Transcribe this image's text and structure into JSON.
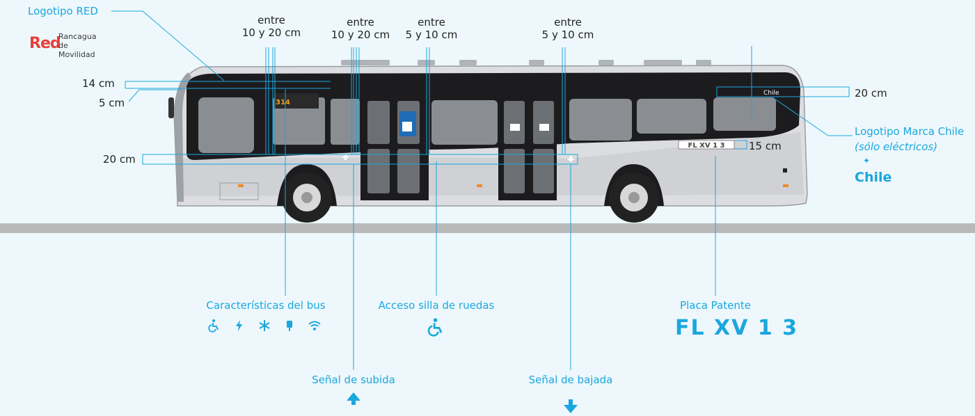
{
  "brand": {
    "logo_text": "Red",
    "logo_sub_1": "Rancagua",
    "logo_sub_2": "de Movilidad"
  },
  "labels": {
    "logo_red": "Logotipo RED",
    "gap_1_l1": "entre",
    "gap_1_l2": "10 y 20 cm",
    "gap_2_l1": "entre",
    "gap_2_l2": "10 y 20 cm",
    "gap_3_l1": "entre",
    "gap_3_l2": "5 y 10 cm",
    "gap_4_l1": "entre",
    "gap_4_l2": "5 y 10 cm",
    "h14": "14 cm",
    "h5": "5 cm",
    "h20_left": "20 cm",
    "h20_right": "20 cm",
    "h15": "15 cm",
    "marca_chile_1": "Logotipo Marca Chile",
    "marca_chile_2": "(sólo eléctricos)",
    "caracteristicas": "Características del bus",
    "acceso": "Acceso silla de ruedas",
    "placa": "Placa Patente",
    "subida": "Señal de subida",
    "bajada": "Señal de bajada"
  },
  "plate": "FL XV 1 3",
  "chile_logo": "Chile",
  "route_number": "314",
  "icons": [
    "wheelchair-icon",
    "lightning-icon",
    "snowflake-icon",
    "usb-icon",
    "wifi-icon"
  ],
  "colors": {
    "accent": "#1aa7de",
    "logo_red": "#e8403a",
    "road": "#b9b9b9",
    "bus_body": "#dcdde0",
    "bus_dark": "#1c1c1f"
  }
}
